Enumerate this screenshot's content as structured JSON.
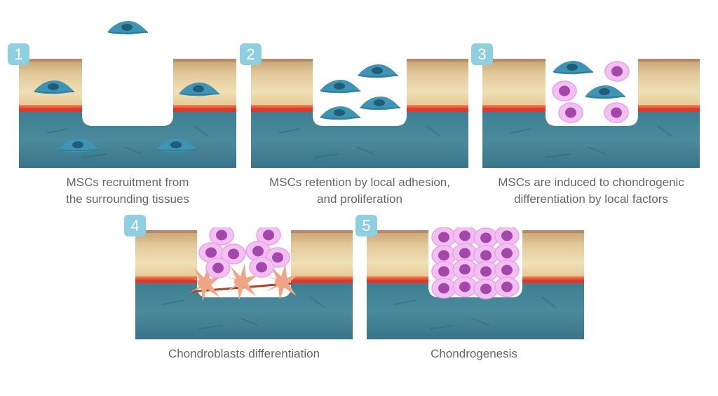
{
  "steps": [
    {
      "number": "1",
      "caption_line1": "MSCs recruitment from",
      "caption_line2": "the surrounding tissues"
    },
    {
      "number": "2",
      "caption_line1": "MSCs retention by local adhesion,",
      "caption_line2": "and proliferation"
    },
    {
      "number": "3",
      "caption_line1": "MSCs are induced to chondrogenic",
      "caption_line2": "differentiation by local factors"
    },
    {
      "number": "4",
      "caption_line1": "Chondroblasts differentiation",
      "caption_line2": ""
    },
    {
      "number": "5",
      "caption_line1": "Chondrogenesis",
      "caption_line2": ""
    }
  ],
  "colors": {
    "badge": "#8ecfe0",
    "cartilage_top": "#c9a77c",
    "cartilage_mid": "#eddcaf",
    "tide_line": "#e3402f",
    "bone": "#3d7d91",
    "msc": "#3a8fae",
    "chondrocyte": "#f2b8f0",
    "chondrocyte_nucleus": "#a048a8",
    "chondroblast": "#f0a888"
  },
  "icons": {
    "msc": "msc-cell-icon",
    "chondrocyte": "chondrocyte-icon",
    "chondroblast": "chondroblast-icon"
  }
}
